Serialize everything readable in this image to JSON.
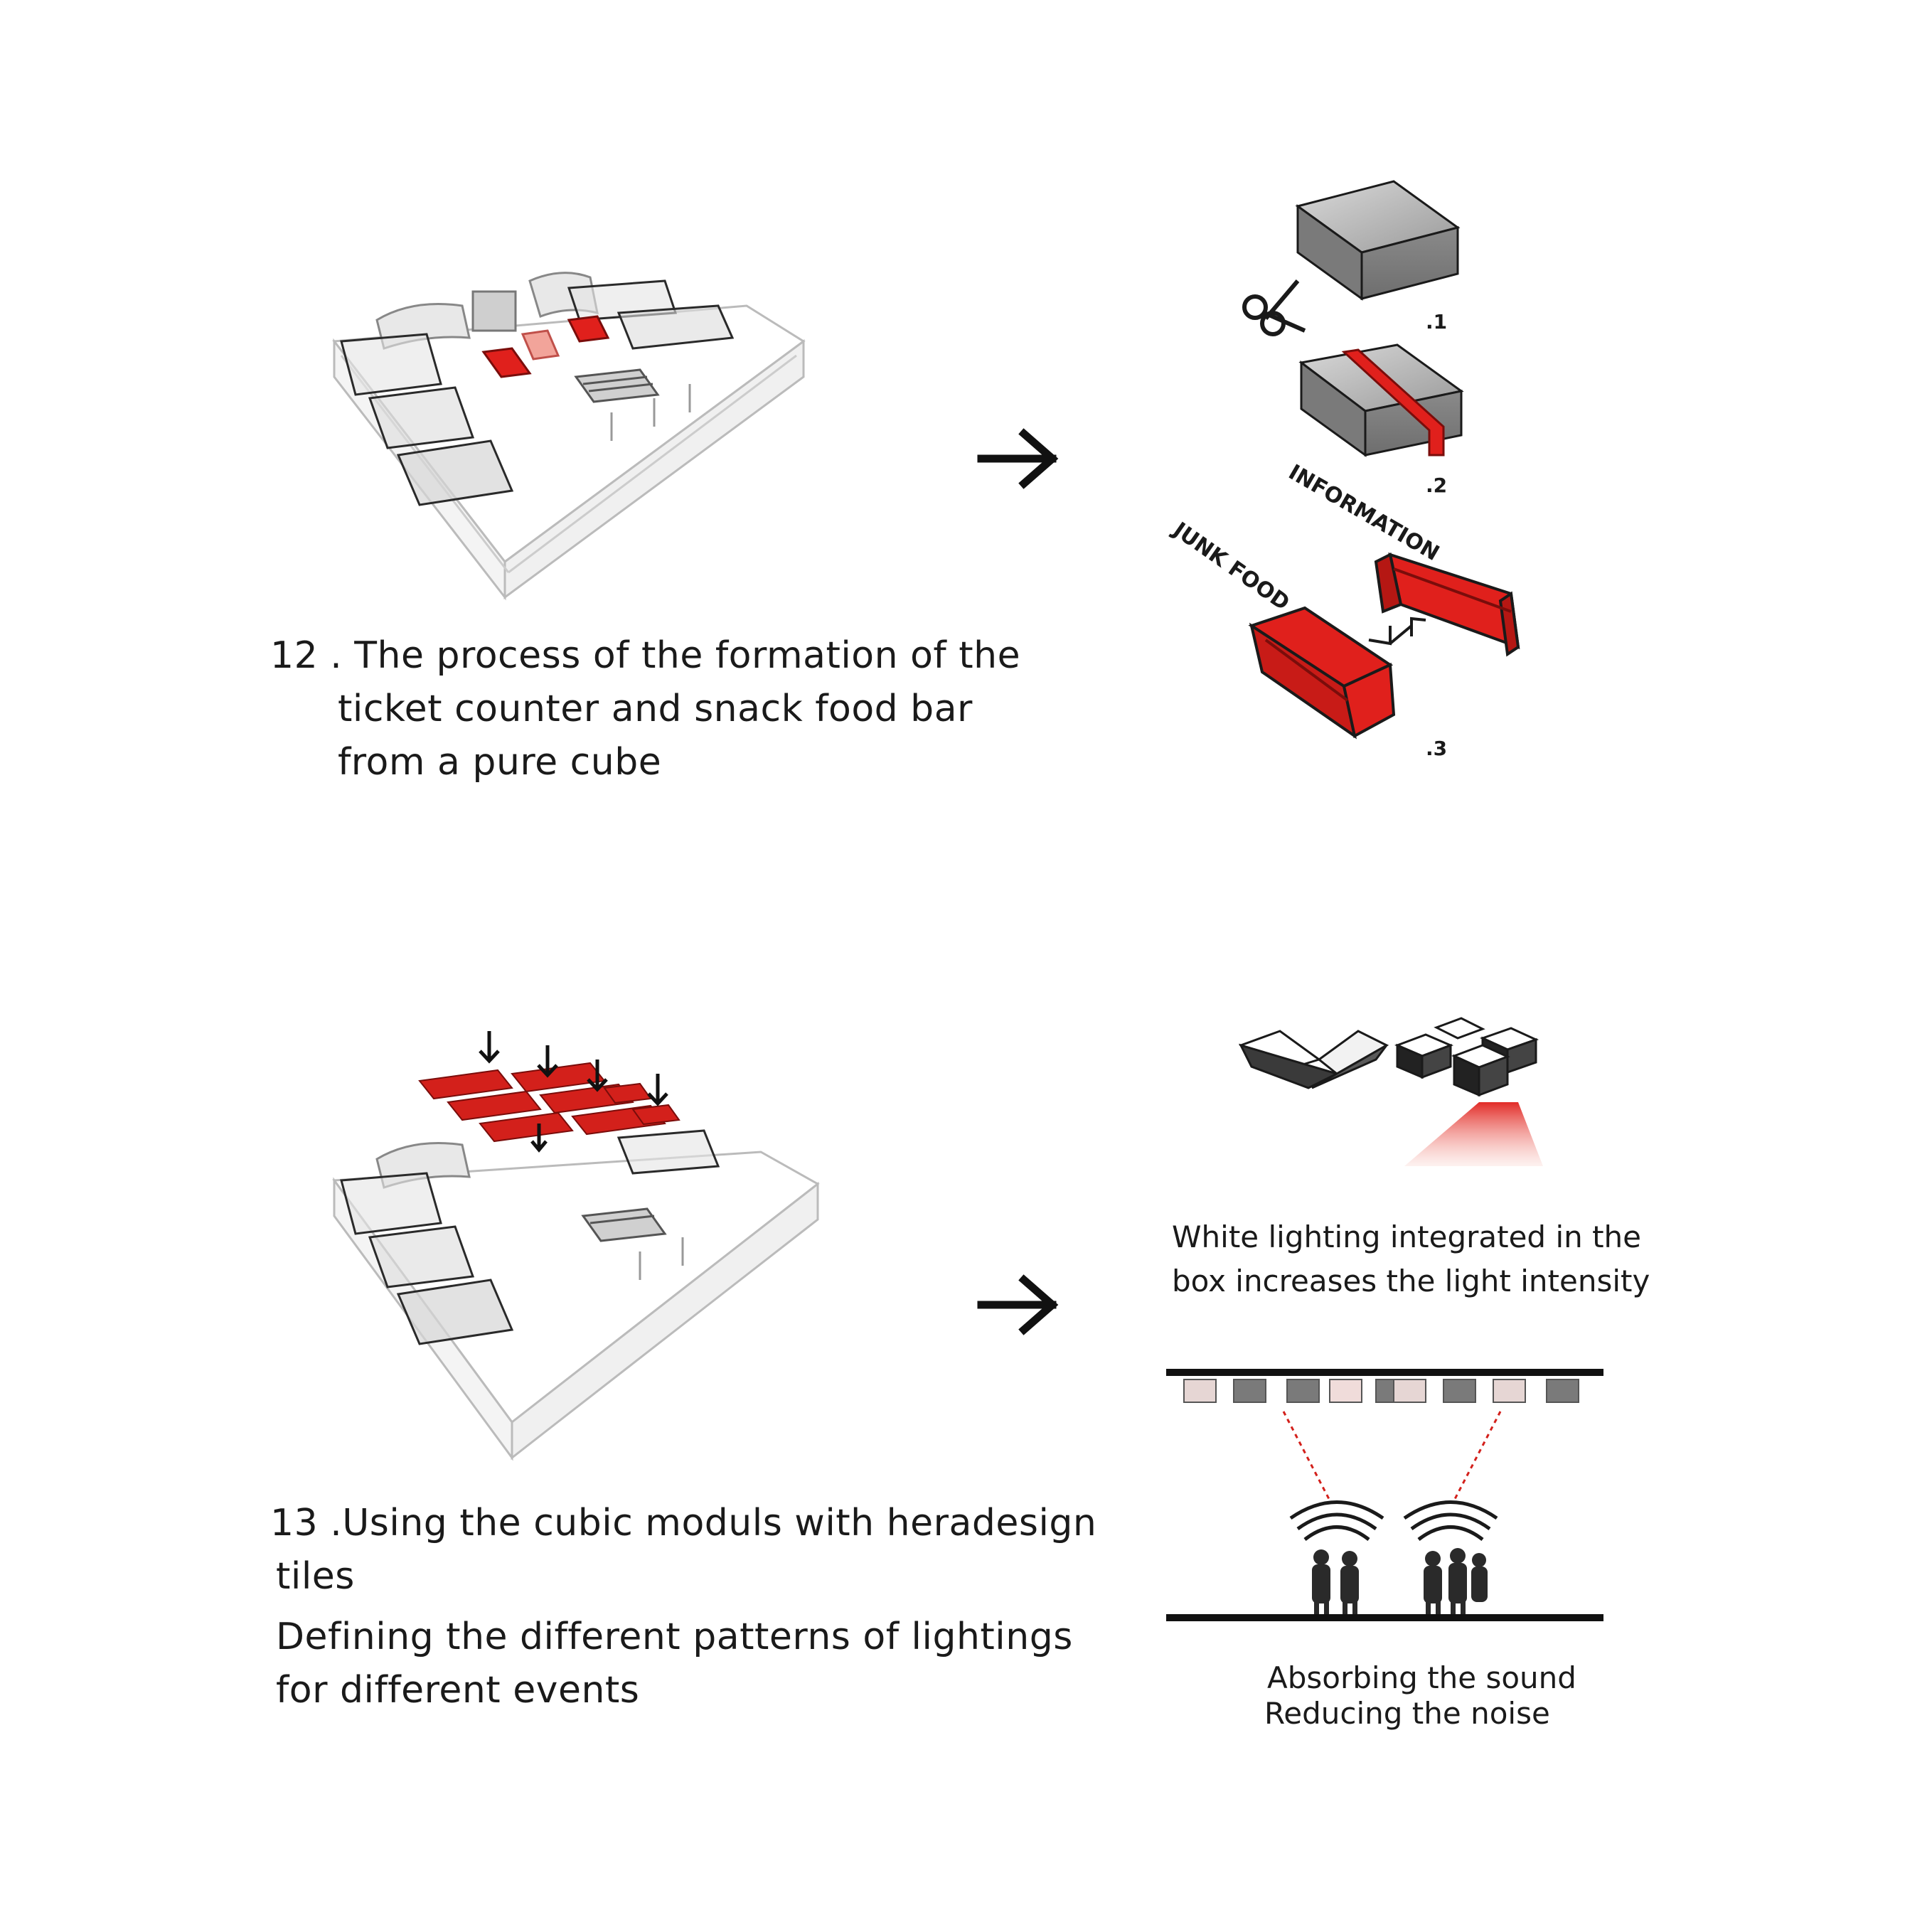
{
  "section12": {
    "caption": [
      "12 . The process of the formation of the",
      "ticket counter  and  snack  food  bar",
      "from a pure cube"
    ],
    "steps": [
      ".1",
      ".2",
      ".3"
    ],
    "labels": {
      "information": "INFORMATION",
      "junk_food": "JUNK FOOD"
    }
  },
  "section13": {
    "caption": [
      "13 .Using the cubic moduls with heradesign",
      "tiles"
    ],
    "caption2": [
      "Defining the different patterns of lightings",
      "for different events"
    ],
    "lighting_note": [
      "White lighting integrated in the",
      "box increases the light intensity"
    ],
    "sound_note": [
      "Absorbing the sound",
      "Reducing the noise"
    ]
  },
  "colors": {
    "accent_red": "#e0201c",
    "box_grey": "#8a8a8a",
    "ink": "#1a1a1a"
  },
  "icons": [
    "arrow-right-icon",
    "scissors-icon",
    "arrow-down-icon",
    "sound-wave-icon",
    "people-silhouette-icon"
  ]
}
